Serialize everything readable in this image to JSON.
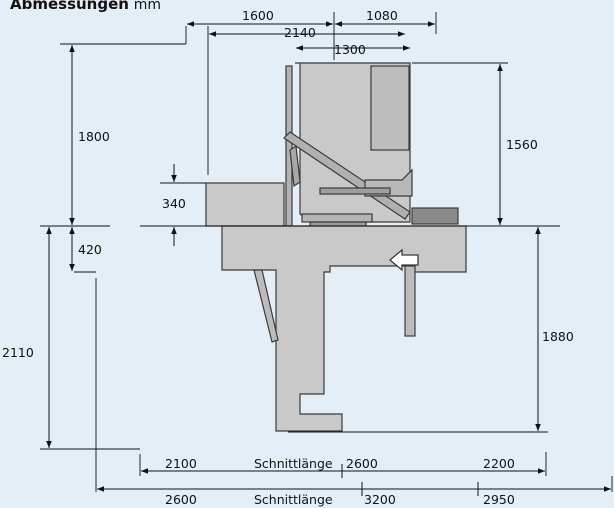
{
  "title": {
    "main": "Abmessungen",
    "unit": "mm"
  },
  "colors": {
    "background": "#e3eef7",
    "machine_fill": "#c9c9c9",
    "machine_stroke": "#3a3a3a",
    "dim_line": "#111111"
  },
  "dimensions": {
    "top_1600": "1600",
    "top_2140": "2140",
    "top_1080": "1080",
    "top_1300": "1300",
    "left_1800": "1800",
    "left_340": "340",
    "left_420": "420",
    "left_2110": "2110",
    "right_1560": "1560",
    "right_1880": "1880",
    "bottom1_2100": "2100",
    "bottom1_cut": "Schnittlänge",
    "bottom1_2600": "2600",
    "bottom1_2200": "2200",
    "bottom2_2600": "2600",
    "bottom2_cut": "Schnittlänge",
    "bottom2_3200": "3200",
    "bottom2_2950": "2950"
  }
}
